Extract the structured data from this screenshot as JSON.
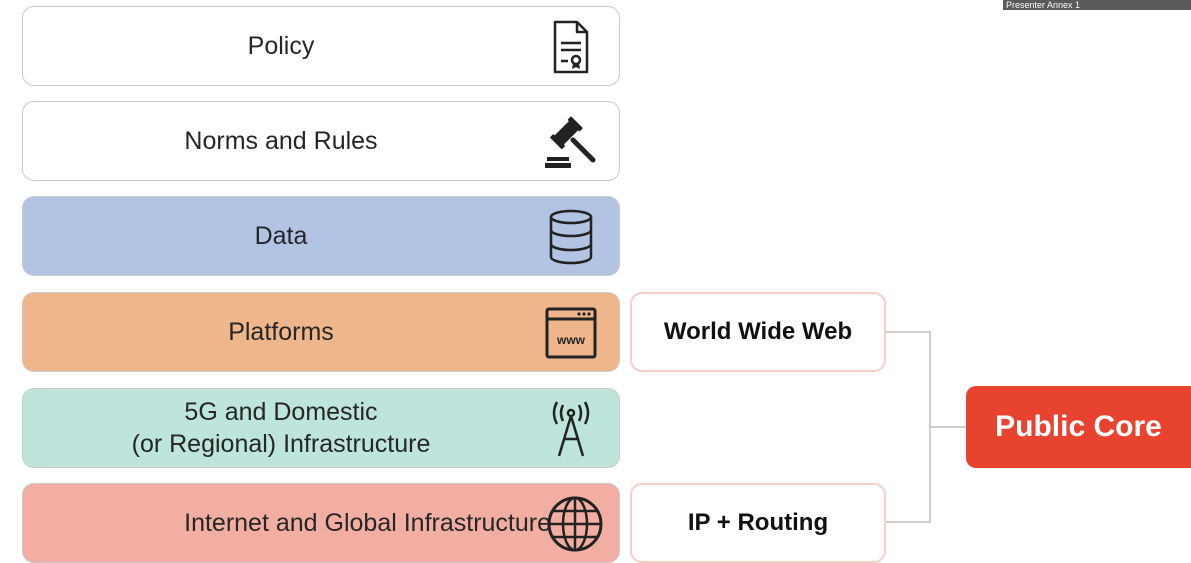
{
  "layers": [
    {
      "label": "Policy",
      "icon": "policy-document-icon",
      "fill": "#ffffff"
    },
    {
      "label": "Norms and Rules",
      "icon": "gavel-icon",
      "fill": "#ffffff"
    },
    {
      "label": "Data",
      "icon": "database-icon",
      "fill": "#b3c3e3"
    },
    {
      "label": "Platforms",
      "icon": "browser-window-icon",
      "fill": "#efb68b"
    },
    {
      "label": "5G and Domestic\n(or Regional) Infrastructure",
      "icon": "antenna-tower-icon",
      "fill": "#bde5dc"
    },
    {
      "label": "Internet and Global Infrastructure",
      "icon": "globe-icon",
      "fill": "#f2aea2"
    }
  ],
  "icon_texts": {
    "browser": "www"
  },
  "tags": {
    "www": "World Wide Web",
    "ip": "IP + Routing"
  },
  "core": {
    "label": "Public Core",
    "color": "#e8432f"
  },
  "presenter_label": "Presenter Annex 1"
}
